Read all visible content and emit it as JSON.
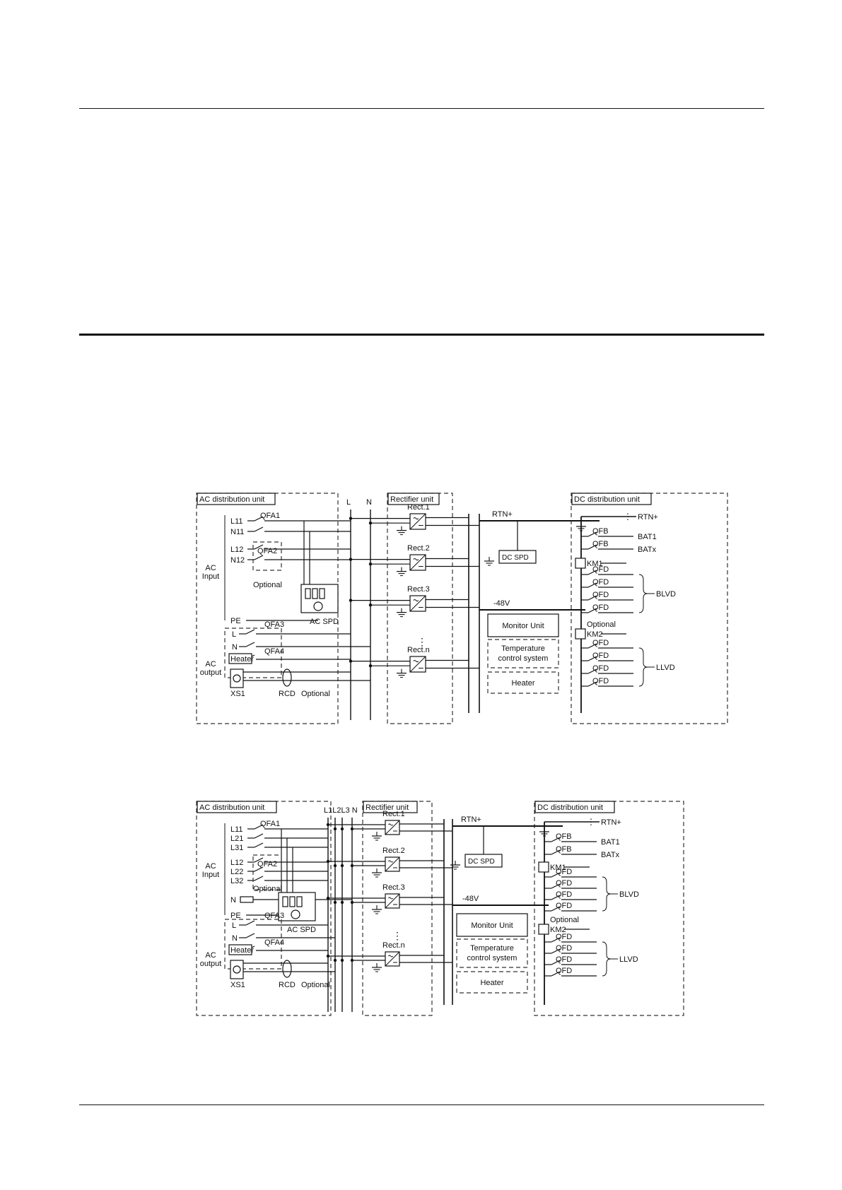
{
  "diagrams": [
    {
      "id": "single-phase",
      "labels": {
        "ac_unit": "AC distribution unit",
        "rect_unit": "Rectifier unit",
        "dc_unit": "DC distribution unit",
        "ac_input": [
          "AC",
          "Input"
        ],
        "ac_output": [
          "AC",
          "output"
        ],
        "input_terminals": [
          "L11",
          "N11",
          "L12",
          "N12"
        ],
        "qfa1": "QFA1",
        "qfa2": "QFA2",
        "optional_input": "Optional",
        "pe": "PE",
        "ac_spd": "AC SPD",
        "out_terminals": [
          "L",
          "N"
        ],
        "qfa3": "QFA3",
        "qfa4": "QFA4",
        "heater_box": "Heater",
        "xs1": "XS1",
        "rcd": "RCD",
        "optional_output": "Optional",
        "bus_labels": [
          "L",
          "N"
        ],
        "rects": [
          "Rect.1",
          "Rect.2",
          "Rect.3",
          "Rect.n"
        ],
        "dots": "⋮",
        "rtn": "RTN+",
        "dc_spd": "DC SPD",
        "minus48": "-48V",
        "monitor": "Monitor Unit",
        "temp": [
          "Temperature",
          "control system"
        ],
        "heater": "Heater",
        "rtn_out": "RTN+",
        "qfb": "QFB",
        "bat1": "BAT1",
        "batx": "BATx",
        "km1": "KM1",
        "qfd": "QFD",
        "blvd": "BLVD",
        "optional_dc": "Optional",
        "km2": "KM2",
        "llvd": "LLVD"
      }
    },
    {
      "id": "three-phase",
      "labels": {
        "ac_unit": "AC distribution unit",
        "rect_unit": "Rectifier unit",
        "dc_unit": "DC distribution unit",
        "ac_input": [
          "AC",
          "Input"
        ],
        "ac_output": [
          "AC",
          "output"
        ],
        "input_terminals": [
          "L11",
          "L21",
          "L31",
          "L12",
          "L22",
          "L32"
        ],
        "qfa1": "QFA1",
        "qfa2": "QFA2",
        "optional_input": "Optional",
        "n": "N",
        "pe": "PE",
        "ac_spd": "AC SPD",
        "out_terminals": [
          "L",
          "N"
        ],
        "qfa3": "QFA3",
        "qfa4": "QFA4",
        "heater_box": "Heater",
        "xs1": "XS1",
        "rcd": "RCD",
        "optional_output": "Optional",
        "bus_labels": [
          "L1L2L3 N"
        ],
        "rects": [
          "Rect.1",
          "Rect.2",
          "Rect.3",
          "Rect.n"
        ],
        "dots": "⋮",
        "rtn": "RTN+",
        "dc_spd": "DC SPD",
        "minus48": "-48V",
        "monitor": "Monitor Unit",
        "temp": [
          "Temperature",
          "control system"
        ],
        "heater": "Heater",
        "rtn_out": "RTN+",
        "qfb": "QFB",
        "bat1": "BAT1",
        "batx": "BATx",
        "km1": "KM1",
        "qfd": "QFD",
        "blvd": "BLVD",
        "optional_dc": "Optional",
        "km2": "KM2",
        "llvd": "LLVD"
      }
    }
  ]
}
